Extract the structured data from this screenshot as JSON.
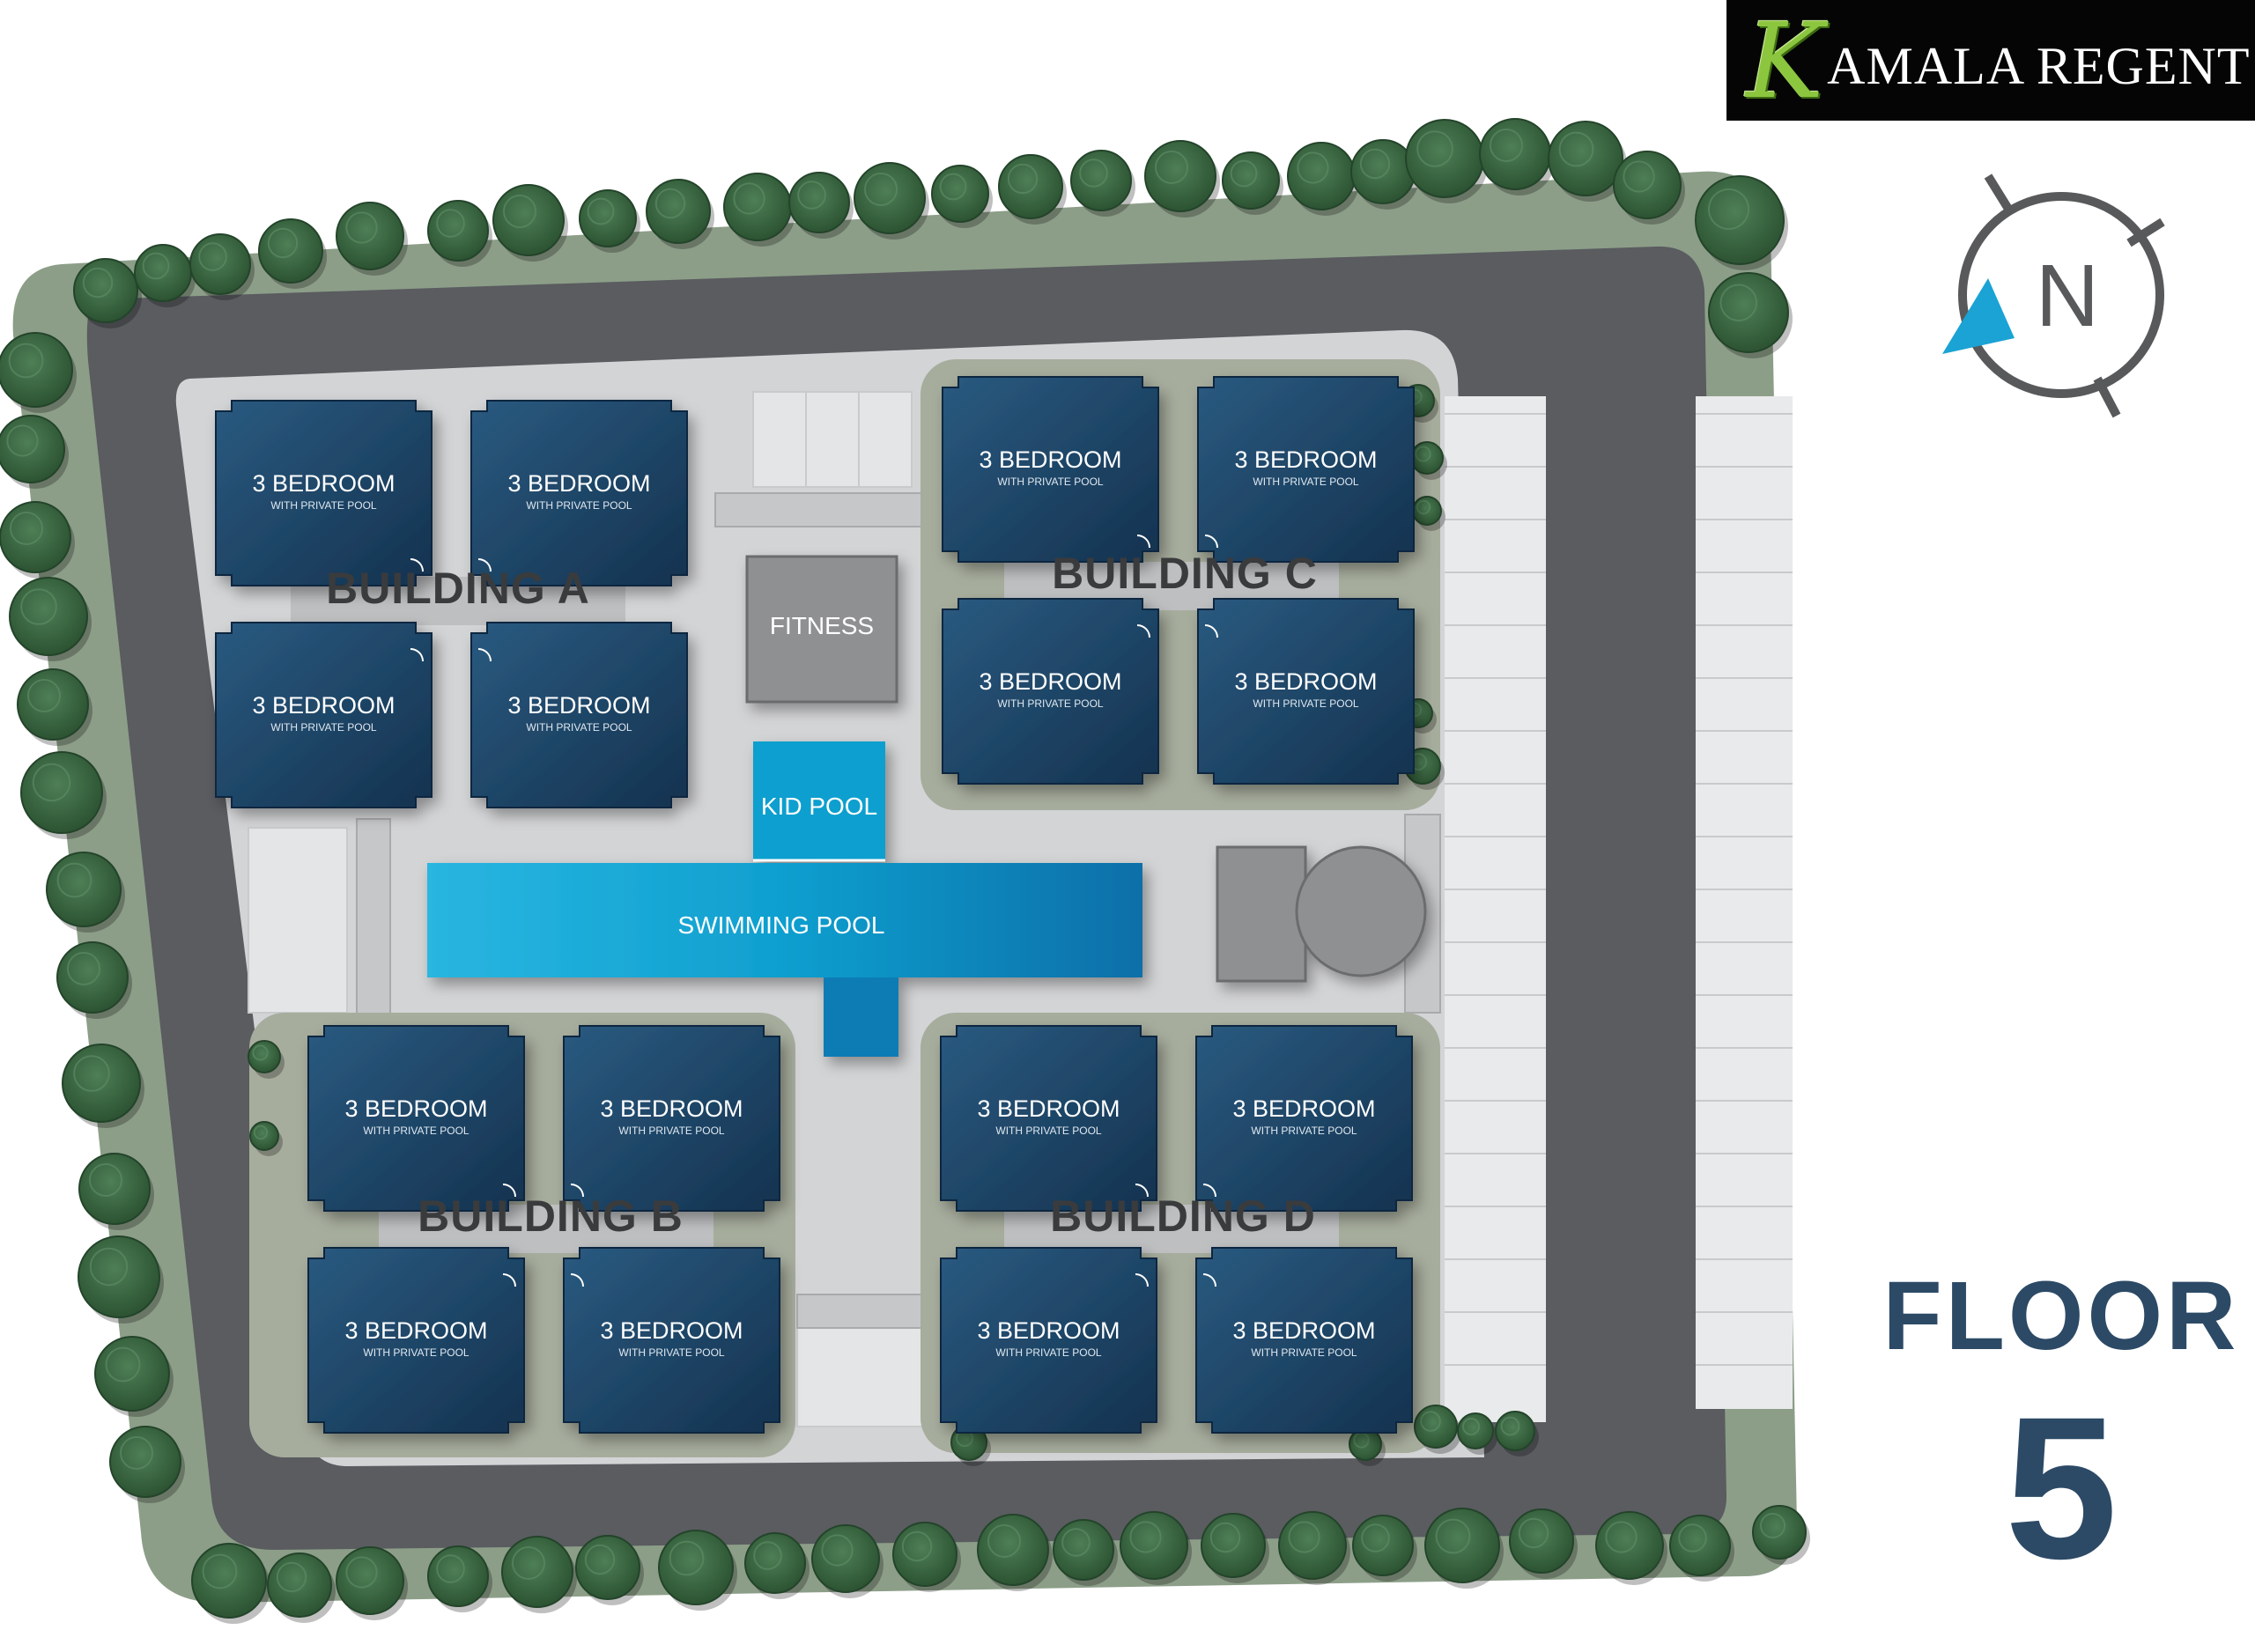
{
  "brand": {
    "logo_text": "KAMALA REGENT",
    "colors": {
      "background": "#050505",
      "mark": "#8cc63f",
      "text": "#ffffff"
    }
  },
  "compass": {
    "letter": "N",
    "icon": "compass-north-icon"
  },
  "buildings": [
    {
      "name": "BUILDING A",
      "units": [
        {
          "title": "3 BEDROOM",
          "subtitle": "WITH PRIVATE POOL"
        },
        {
          "title": "3 BEDROOM",
          "subtitle": "WITH PRIVATE POOL"
        },
        {
          "title": "3 BEDROOM",
          "subtitle": "WITH PRIVATE POOL"
        },
        {
          "title": "3 BEDROOM",
          "subtitle": "WITH PRIVATE POOL"
        }
      ]
    },
    {
      "name": "BUILDING C",
      "units": [
        {
          "title": "3 BEDROOM",
          "subtitle": "WITH PRIVATE POOL"
        },
        {
          "title": "3 BEDROOM",
          "subtitle": "WITH PRIVATE POOL"
        },
        {
          "title": "3 BEDROOM",
          "subtitle": "WITH PRIVATE POOL"
        },
        {
          "title": "3 BEDROOM",
          "subtitle": "WITH PRIVATE POOL"
        }
      ]
    },
    {
      "name": "BUILDING B",
      "units": [
        {
          "title": "3 BEDROOM",
          "subtitle": "WITH PRIVATE POOL"
        },
        {
          "title": "3 BEDROOM",
          "subtitle": "WITH PRIVATE POOL"
        },
        {
          "title": "3 BEDROOM",
          "subtitle": "WITH PRIVATE POOL"
        },
        {
          "title": "3 BEDROOM",
          "subtitle": "WITH PRIVATE POOL"
        }
      ]
    },
    {
      "name": "BUILDING D",
      "units": [
        {
          "title": "3 BEDROOM",
          "subtitle": "WITH PRIVATE POOL"
        },
        {
          "title": "3 BEDROOM",
          "subtitle": "WITH PRIVATE POOL"
        },
        {
          "title": "3 BEDROOM",
          "subtitle": "WITH PRIVATE POOL"
        },
        {
          "title": "3 BEDROOM",
          "subtitle": "WITH PRIVATE POOL"
        }
      ]
    }
  ],
  "facilities": {
    "fitness": "FITNESS",
    "kid_pool": "KID POOL",
    "swimming_pool": "SWIMMING POOL"
  },
  "floor": {
    "label": "FLOOR",
    "number": "5"
  },
  "colors": {
    "unit": "#1f4565",
    "unit_dark": "#13304c",
    "road": "#5a5c60",
    "paving": "#d3d4d6",
    "green_border": "#8c9e88",
    "tree": "#3d6b45",
    "pool": "#14a0cc",
    "fitness": "#8f9091",
    "label_dark": "#3a3b3d",
    "floor_text": "#2c4a66"
  }
}
